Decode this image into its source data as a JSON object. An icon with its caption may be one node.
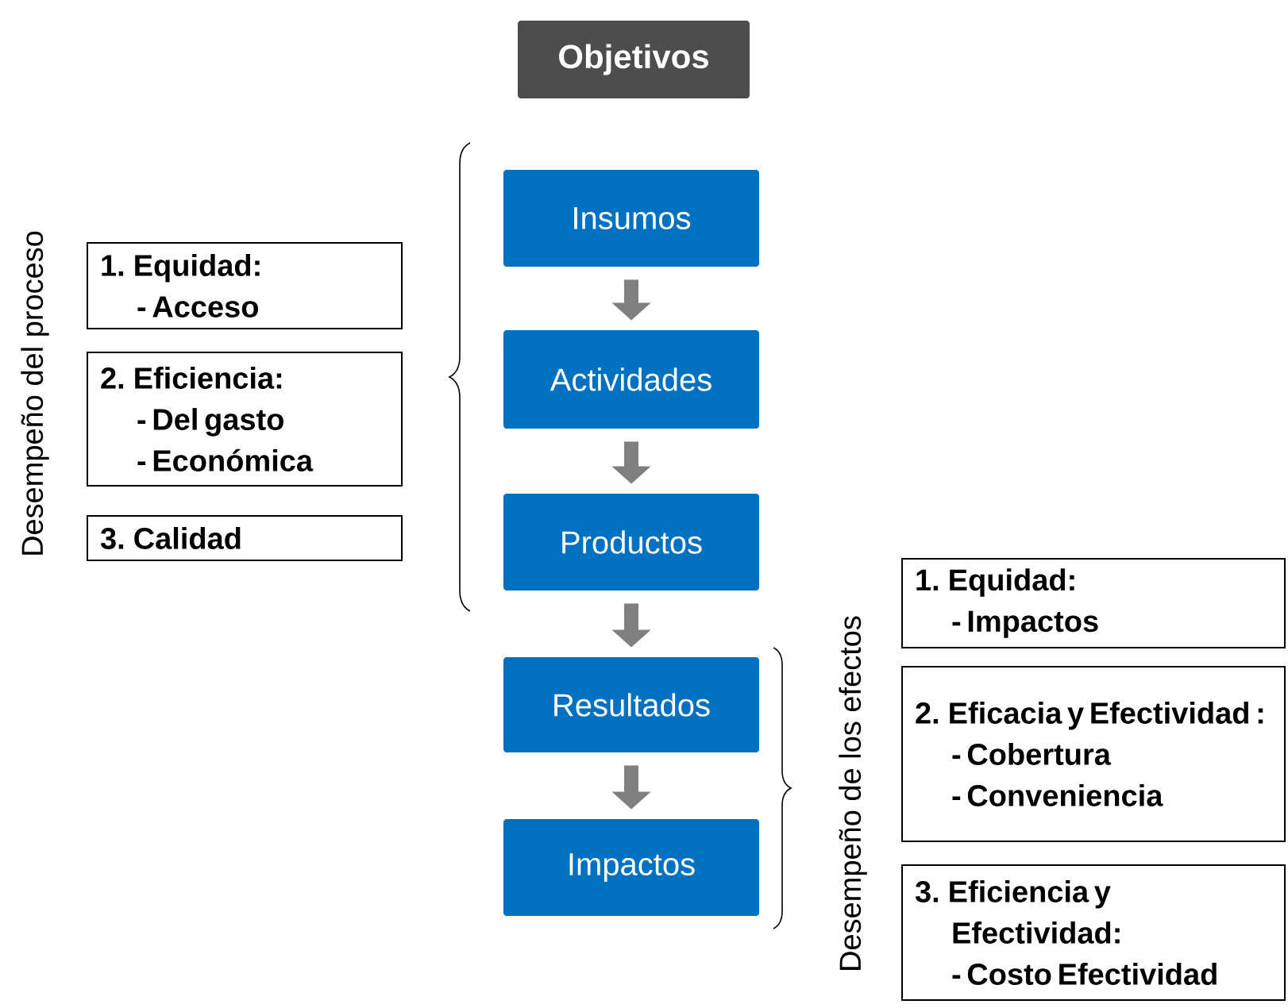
{
  "diagram": {
    "nodes": [
      {
        "text": [
          "Objetivos"
        ]
      },
      {
        "text": [
          "Insumos"
        ]
      },
      {
        "text": [
          "Actividades"
        ]
      },
      {
        "text": [
          "Productos"
        ]
      },
      {
        "text": [
          "Resultados"
        ]
      },
      {
        "text": [
          "Impactos"
        ]
      },
      {
        "text": [
          "1. Equidad:",
          "- Acceso"
        ]
      },
      {
        "text": [
          "2. Eficiencia:",
          "- Del gasto",
          "- Económica"
        ]
      },
      {
        "text": [
          "3. Calidad"
        ]
      },
      {
        "text": [
          "1. Equidad:",
          "- Impactos"
        ]
      },
      {
        "text": [
          "2. Eficacia y Efectividad :",
          "- Cobertura",
          "- Conveniencia"
        ]
      },
      {
        "text": [
          "3. Eficiencia y Efectividad:",
          "- Costo Efectividad"
        ]
      }
    ],
    "edges": [
      {
        "from": 1,
        "to": 2,
        "arrow": "to"
      },
      {
        "from": 2,
        "to": 3,
        "arrow": "to"
      },
      {
        "from": 3,
        "to": 4,
        "arrow": "to"
      },
      {
        "from": 4,
        "to": 5,
        "arrow": "to"
      }
    ],
    "labels": [
      "Desempeño del proceso",
      "Desempeño de los efectos"
    ]
  }
}
